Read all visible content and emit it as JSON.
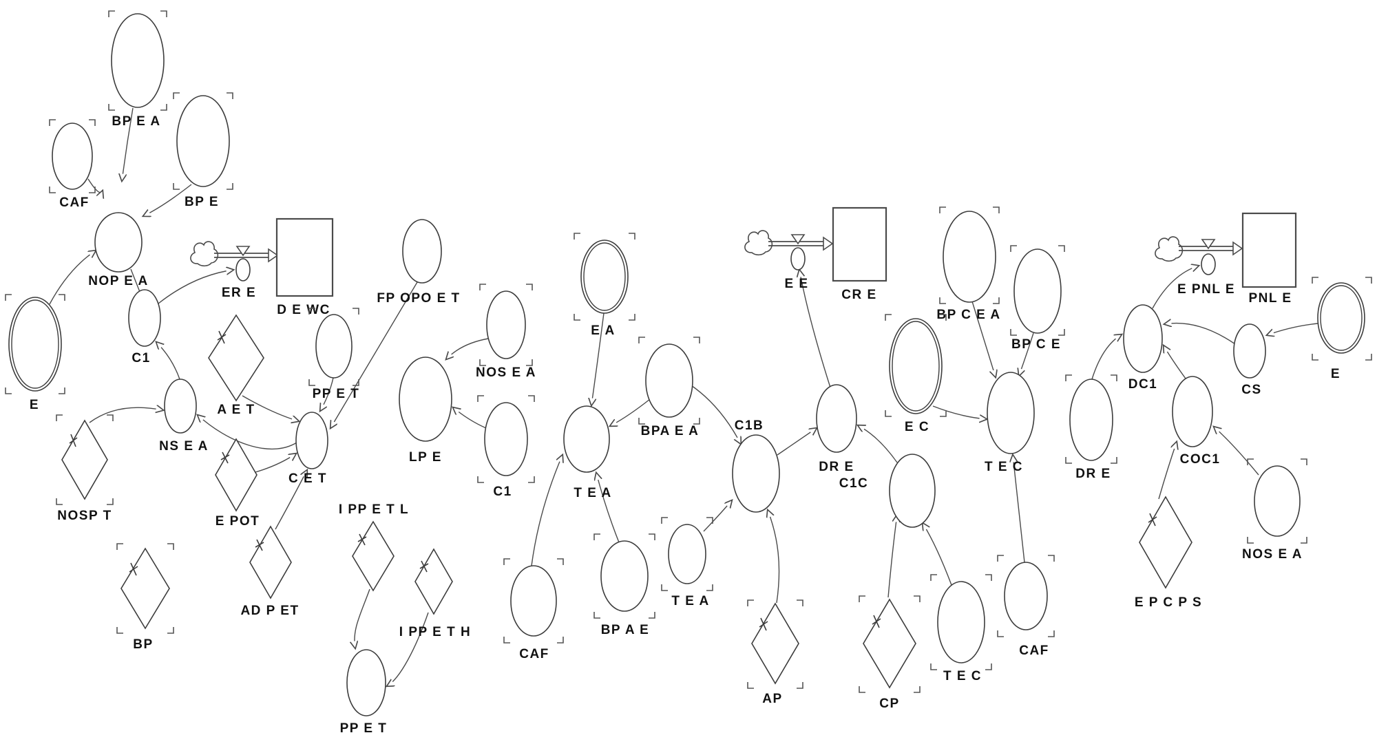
{
  "diagram": {
    "type": "system-dynamics-stock-flow",
    "nodes": {
      "bp_e_a": {
        "label": "BP E A",
        "type": "shadow-variable"
      },
      "caf_tl": {
        "label": "CAF",
        "type": "shadow-variable"
      },
      "bp_e": {
        "label": "BP E",
        "type": "shadow-variable"
      },
      "nop_e_a": {
        "label": "NOP E A",
        "type": "variable"
      },
      "e_left": {
        "label": "E",
        "type": "shadow-stock-variable"
      },
      "c1_left": {
        "label": "C1",
        "type": "variable"
      },
      "ns_e_a": {
        "label": "NS E A",
        "type": "variable"
      },
      "nosp_t": {
        "label": "NOSP T",
        "type": "shadow-constant"
      },
      "a_e_t": {
        "label": "A E T",
        "type": "constant"
      },
      "e_pot": {
        "label": "E POT",
        "type": "constant"
      },
      "er_e": {
        "label": "ER E",
        "type": "flow-valve"
      },
      "d_e_wc": {
        "label": "D E WC",
        "type": "stock"
      },
      "pp_e_t_top": {
        "label": "PP E T",
        "type": "shadow-variable"
      },
      "c_e_t": {
        "label": "C E T",
        "type": "variable"
      },
      "ad_p_et": {
        "label": "AD P ET",
        "type": "constant"
      },
      "bp": {
        "label": "BP",
        "type": "shadow-constant"
      },
      "i_pp_e_t_l": {
        "label": "I PP E T L",
        "type": "constant"
      },
      "i_pp_e_t_h": {
        "label": "I PP E T H",
        "type": "constant"
      },
      "pp_e_t_bottom": {
        "label": "PP E T",
        "type": "variable"
      },
      "fp_opo_e_t": {
        "label": "FP OPO E T",
        "type": "variable"
      },
      "nos_e_a_mid": {
        "label": "NOS E A",
        "type": "shadow-variable"
      },
      "lp_e": {
        "label": "LP E",
        "type": "variable"
      },
      "c1_mid": {
        "label": "C1",
        "type": "shadow-variable"
      },
      "e_a": {
        "label": "E A",
        "type": "shadow-stock-variable"
      },
      "bpa_e_a": {
        "label": "BPA E A",
        "type": "shadow-variable"
      },
      "t_e_a_1": {
        "label": "T E A",
        "type": "variable"
      },
      "caf_mid": {
        "label": "CAF",
        "type": "shadow-variable"
      },
      "bp_a_e": {
        "label": "BP A E",
        "type": "shadow-variable"
      },
      "t_e_a_2": {
        "label": "T E A",
        "type": "shadow-variable"
      },
      "c1b": {
        "label": "C1B",
        "type": "variable"
      },
      "dr_e_1": {
        "label": "DR E",
        "type": "variable"
      },
      "c1c": {
        "label": "C1C",
        "type": "variable"
      },
      "e_e": {
        "label": "E E",
        "type": "flow-valve"
      },
      "cr_e": {
        "label": "CR E",
        "type": "stock"
      },
      "bp_c_e_a": {
        "label": "BP C E A",
        "type": "shadow-variable"
      },
      "bp_c_e": {
        "label": "BP C E",
        "type": "shadow-variable"
      },
      "e_c": {
        "label": "E C",
        "type": "shadow-stock-variable"
      },
      "t_e_c_1": {
        "label": "T E C",
        "type": "variable"
      },
      "ap": {
        "label": "AP",
        "type": "shadow-constant"
      },
      "cp": {
        "label": "CP",
        "type": "shadow-constant"
      },
      "t_e_c_2": {
        "label": "T E C",
        "type": "shadow-variable"
      },
      "caf_right": {
        "label": "CAF",
        "type": "shadow-variable"
      },
      "dr_e_2": {
        "label": "DR E",
        "type": "shadow-variable"
      },
      "dc1": {
        "label": "DC1",
        "type": "variable"
      },
      "e_pnl_e": {
        "label": "E PNL E",
        "type": "flow-valve"
      },
      "pnl_e": {
        "label": "PNL E",
        "type": "stock"
      },
      "cs": {
        "label": "CS",
        "type": "variable"
      },
      "e_right": {
        "label": "E",
        "type": "shadow-stock-variable"
      },
      "coc1": {
        "label": "COC1",
        "type": "variable"
      },
      "nos_e_a_right": {
        "label": "NOS E A",
        "type": "shadow-variable"
      },
      "e_p_c_p_s": {
        "label": "E P C P S",
        "type": "constant"
      }
    },
    "connections": [
      {
        "from": "caf_tl",
        "to": "nop_e_a"
      },
      {
        "from": "bp_e_a",
        "to": "nop_e_a"
      },
      {
        "from": "bp_e",
        "to": "nop_e_a"
      },
      {
        "from": "e_left",
        "to": "nop_e_a"
      },
      {
        "from": "nop_e_a",
        "to": "c1_left"
      },
      {
        "from": "ns_e_a",
        "to": "c1_left"
      },
      {
        "from": "c1_left",
        "to": "er_e"
      },
      {
        "from": "nosp_t",
        "to": "ns_e_a"
      },
      {
        "from": "c_e_t",
        "to": "ns_e_a"
      },
      {
        "from": "a_e_t",
        "to": "c_e_t"
      },
      {
        "from": "pp_e_t_top",
        "to": "c_e_t"
      },
      {
        "from": "fp_opo_e_t",
        "to": "c_e_t"
      },
      {
        "from": "e_pot",
        "to": "c_e_t"
      },
      {
        "from": "ad_p_et",
        "to": "c_e_t"
      },
      {
        "from": "i_pp_e_t_l",
        "to": "pp_e_t_bottom"
      },
      {
        "from": "i_pp_e_t_h",
        "to": "pp_e_t_bottom"
      },
      {
        "from": "nos_e_a_mid",
        "to": "lp_e"
      },
      {
        "from": "c1_mid",
        "to": "lp_e"
      },
      {
        "from": "e_a",
        "to": "t_e_a_1"
      },
      {
        "from": "bpa_e_a",
        "to": "t_e_a_1"
      },
      {
        "from": "caf_mid",
        "to": "t_e_a_1"
      },
      {
        "from": "bp_a_e",
        "to": "t_e_a_1"
      },
      {
        "from": "t_e_a_2",
        "to": "c1b"
      },
      {
        "from": "ap",
        "to": "c1b"
      },
      {
        "from": "bpa_e_a",
        "to": "c1b"
      },
      {
        "from": "c1b",
        "to": "dr_e_1"
      },
      {
        "from": "c1c",
        "to": "dr_e_1"
      },
      {
        "from": "cp",
        "to": "c1c"
      },
      {
        "from": "t_e_c_2",
        "to": "c1c"
      },
      {
        "from": "dr_e_1",
        "to": "e_e"
      },
      {
        "from": "e_c",
        "to": "t_e_c_1"
      },
      {
        "from": "bp_c_e_a",
        "to": "t_e_c_1"
      },
      {
        "from": "bp_c_e",
        "to": "t_e_c_1"
      },
      {
        "from": "caf_right",
        "to": "t_e_c_1"
      },
      {
        "from": "dr_e_2",
        "to": "dc1"
      },
      {
        "from": "cs",
        "to": "dc1"
      },
      {
        "from": "coc1",
        "to": "dc1"
      },
      {
        "from": "dc1",
        "to": "e_pnl_e"
      },
      {
        "from": "e_right",
        "to": "cs"
      },
      {
        "from": "e_p_c_p_s",
        "to": "coc1"
      },
      {
        "from": "nos_e_a_right",
        "to": "coc1"
      }
    ]
  }
}
